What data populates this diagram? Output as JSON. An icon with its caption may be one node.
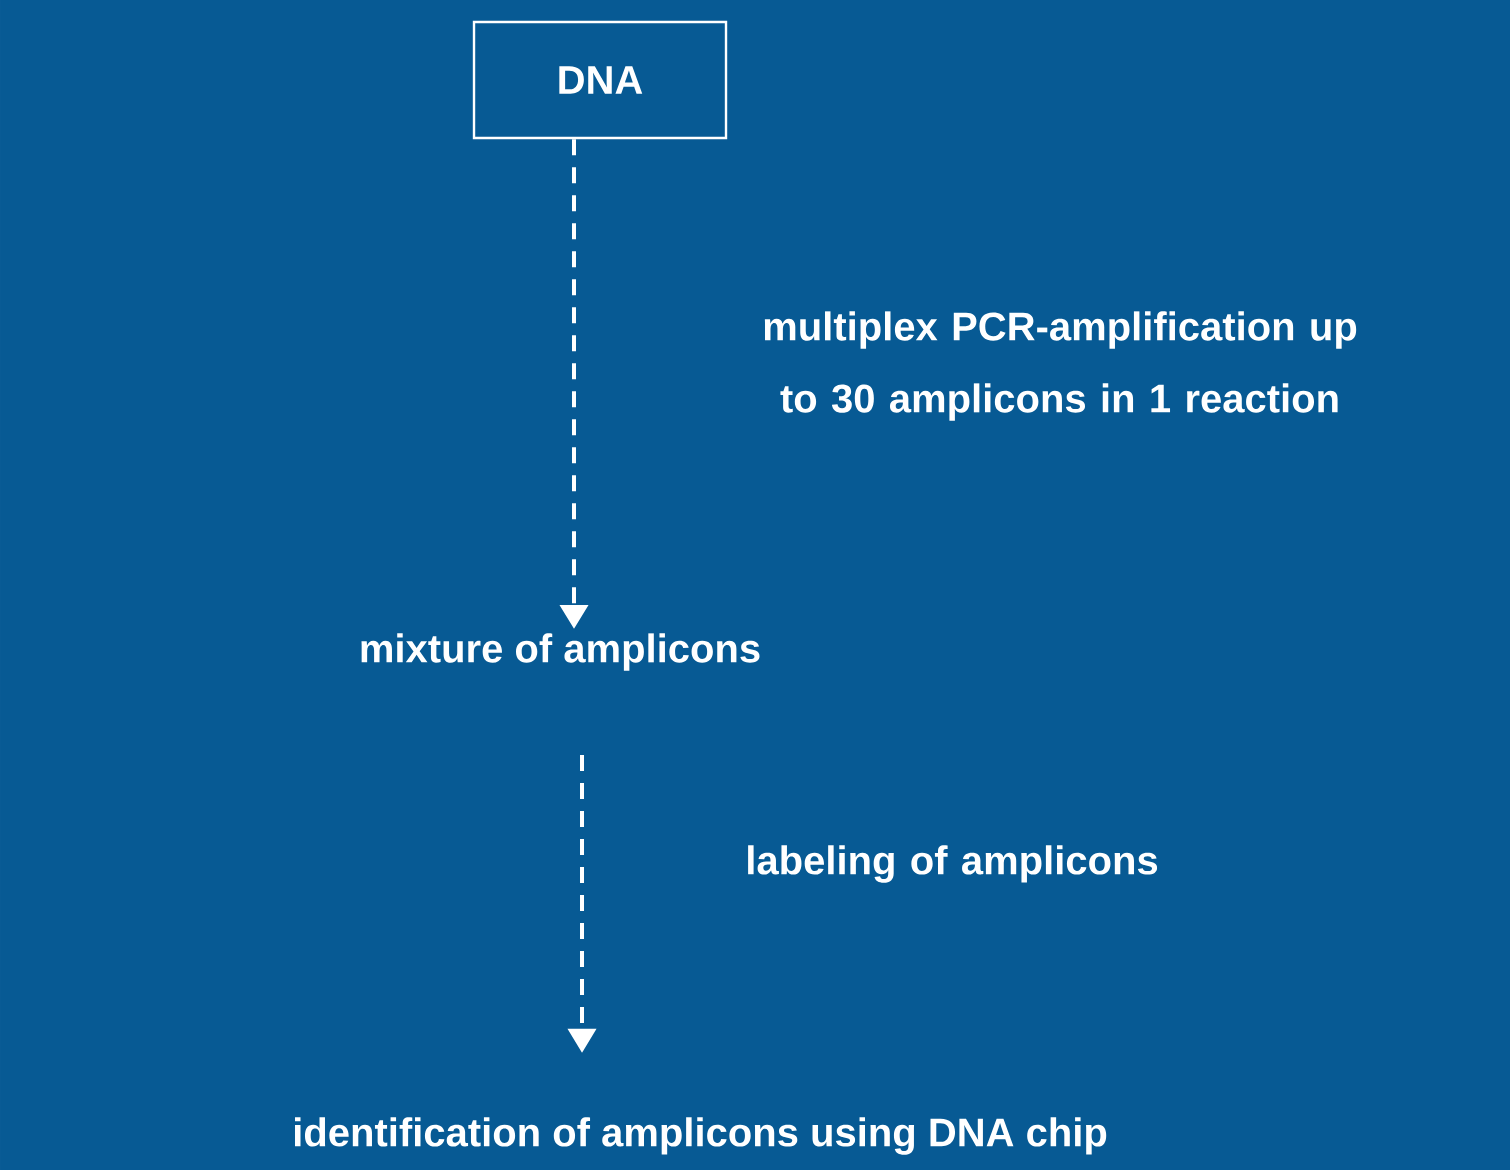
{
  "diagram": {
    "nodes": [
      {
        "text": [
          "DNA"
        ]
      },
      {
        "text": [
          "mixture of amplicons"
        ]
      },
      {
        "text": [
          "identification of amplicons using DNA chip"
        ]
      }
    ],
    "edges": [
      {
        "from": 0,
        "to": 1,
        "arrow": "to",
        "style": "dashed",
        "label": "multiplex PCR-amplification up to 30 amplicons in 1 reaction"
      },
      {
        "from": 1,
        "to": 2,
        "arrow": "to",
        "style": "dashed",
        "label": "labeling of amplicons"
      }
    ]
  }
}
